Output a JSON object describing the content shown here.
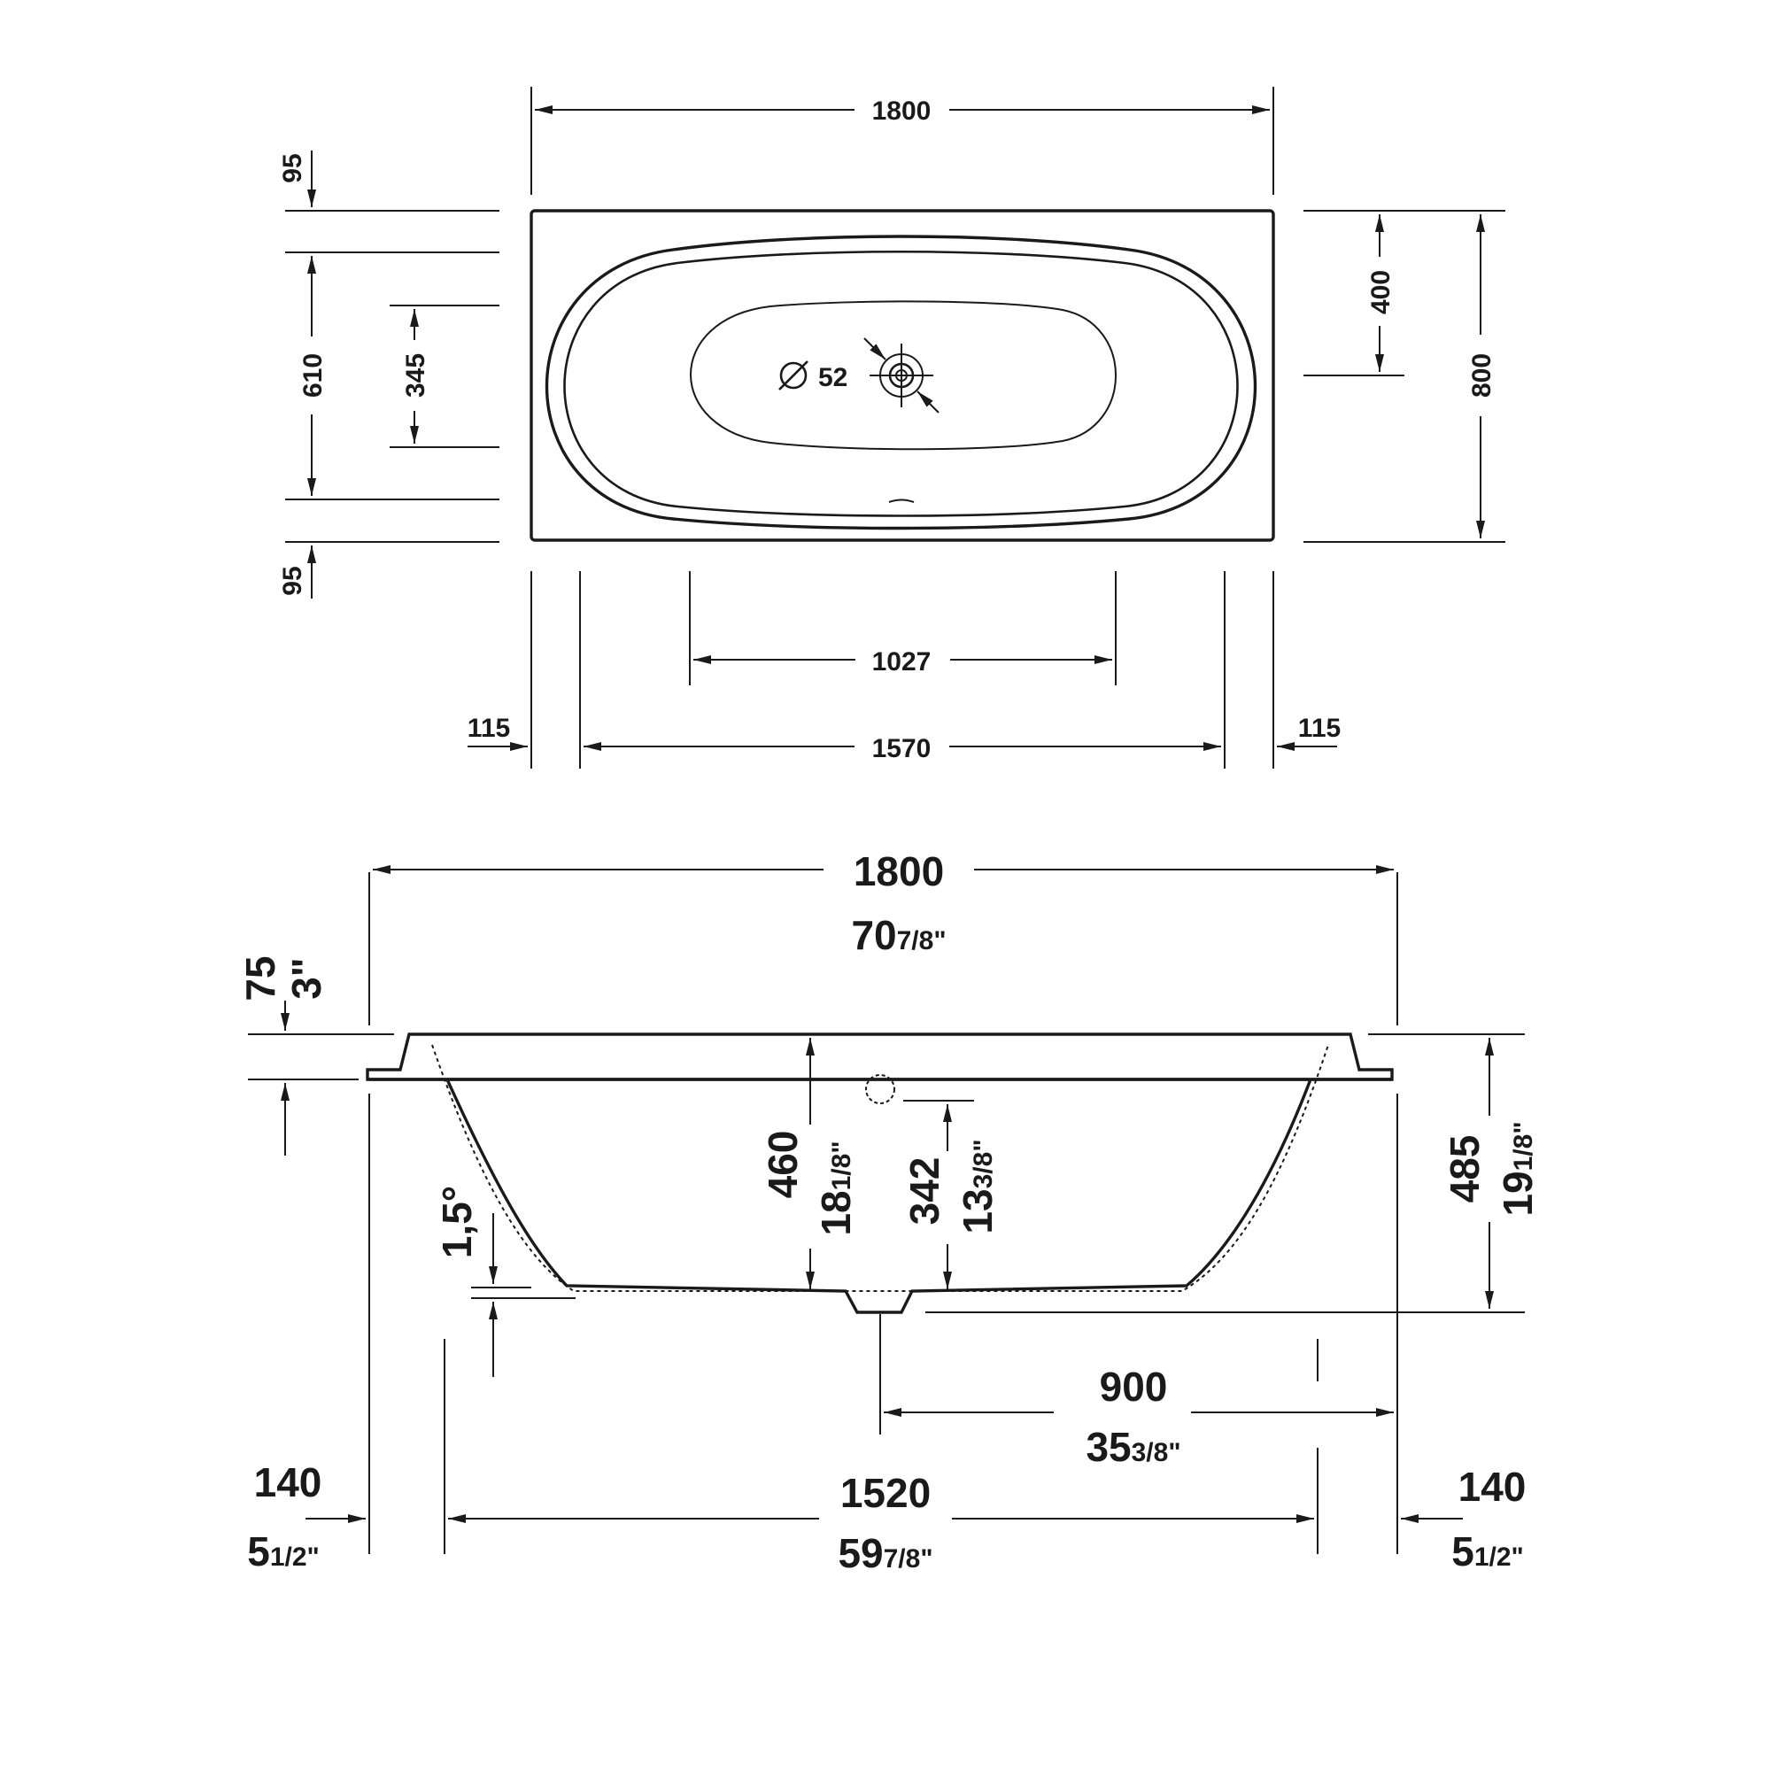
{
  "top_view": {
    "length": "1800",
    "top_margin": "95",
    "bottom_margin": "95",
    "inner_width": "610",
    "basin_width": "345",
    "drain_diameter_symbol": "Ø",
    "drain_diameter": "52",
    "drain_offset": "400",
    "overall_width": "800",
    "basin_length": "1027",
    "inner_length": "1570",
    "left_margin": "115",
    "right_margin": "115"
  },
  "side_view": {
    "length_mm": "1800",
    "length_in_whole": "70",
    "length_in_frac": "7/8\"",
    "rim_mm": "75",
    "rim_in": "3\"",
    "depth_mm": "460",
    "depth_in_whole": "18",
    "depth_in_frac": "1/8\"",
    "overflow_mm": "342",
    "overflow_in_whole": "13",
    "overflow_in_frac": "3/8\"",
    "height_mm": "485",
    "height_in_whole": "19",
    "height_in_frac": "1/8\"",
    "slope": "1,5°",
    "drain_pos_mm": "900",
    "drain_pos_in_whole": "35",
    "drain_pos_in_frac": "3/8\"",
    "bottom_mm": "1520",
    "bottom_in_whole": "59",
    "bottom_in_frac": "7/8\"",
    "left_offset_mm": "140",
    "left_offset_in_whole": "5",
    "left_offset_in_frac": "1/2\"",
    "right_offset_mm": "140",
    "right_offset_in_whole": "5",
    "right_offset_in_frac": "1/2\""
  }
}
